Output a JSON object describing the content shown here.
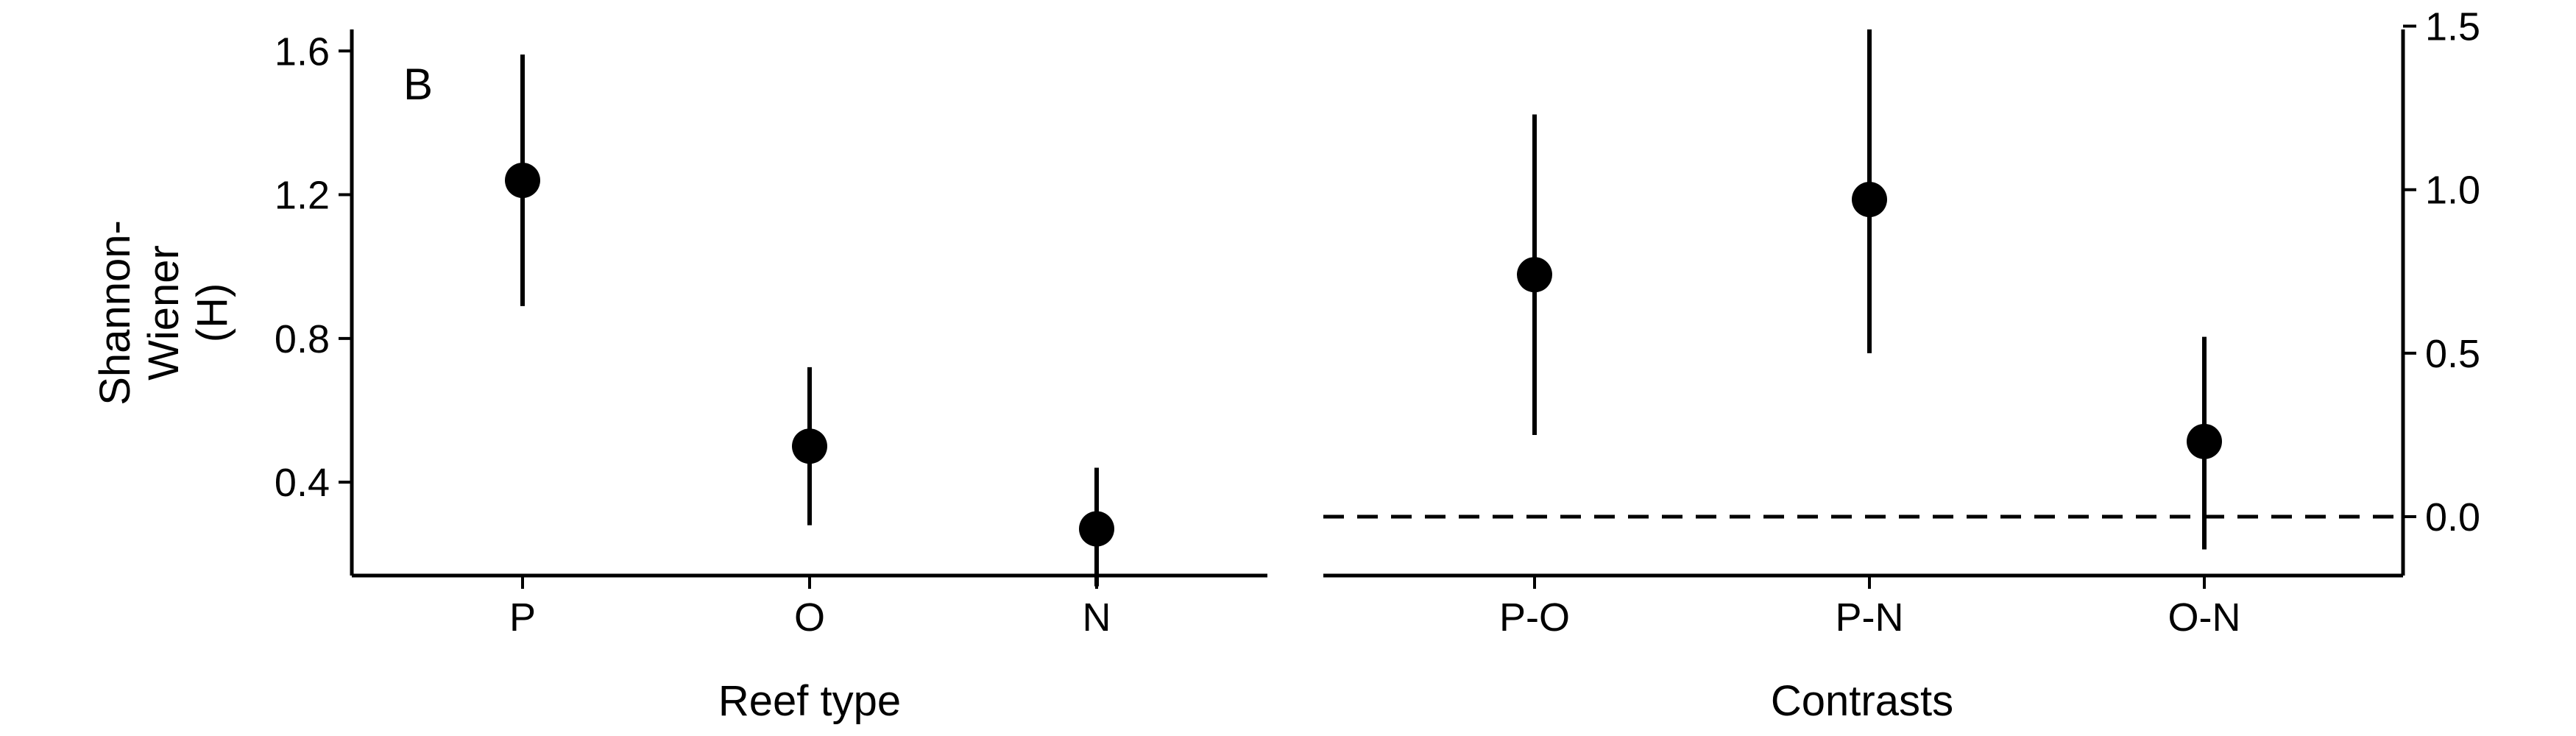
{
  "panel_label": "B",
  "chart_data": [
    {
      "type": "scatter",
      "subtype": "point-range",
      "title": "",
      "xlabel": "Reef type",
      "ylabel": [
        "Shannon-",
        "Wiener",
        "(H)"
      ],
      "categories": [
        "P",
        "O",
        "N"
      ],
      "values": [
        1.24,
        0.5,
        0.27
      ],
      "lower": [
        0.89,
        0.28,
        0.11
      ],
      "upper": [
        1.59,
        0.72,
        0.44
      ],
      "ylim": [
        0.14,
        1.66
      ],
      "yticks": [
        0.4,
        0.8,
        1.2,
        1.6
      ],
      "ytick_labels": [
        "0.4",
        "0.8",
        "1.2",
        "1.6"
      ],
      "y_axis_side": "left",
      "grid": false,
      "color": "#000000"
    },
    {
      "type": "scatter",
      "subtype": "point-range",
      "title": "",
      "xlabel": "Contrasts",
      "ylabel": "",
      "categories": [
        "P-O",
        "P-N",
        "O-N"
      ],
      "values": [
        0.74,
        0.97,
        0.23
      ],
      "lower": [
        0.25,
        0.5,
        -0.1
      ],
      "upper": [
        1.23,
        1.49,
        0.55
      ],
      "reference_line": 0.0,
      "reference_line_style": "dashed",
      "ylim": [
        -0.18,
        1.49
      ],
      "yticks": [
        0.0,
        0.5,
        1.0,
        1.5
      ],
      "ytick_labels": [
        "0.0",
        "0.5",
        "1.0",
        "1.5"
      ],
      "y_axis_side": "right",
      "grid": false,
      "color": "#000000"
    }
  ]
}
